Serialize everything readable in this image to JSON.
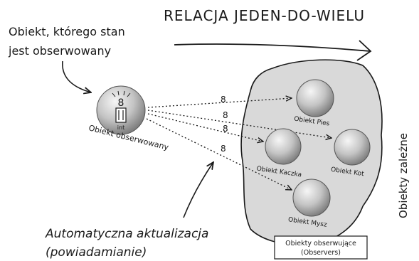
{
  "title": "RELACJA JEDEN-DO-WIELU",
  "subject_caption_line1": "Obiekt, którego stan",
  "subject_caption_line2": "jest obserwowany",
  "subject": {
    "label": "Obiekt obserwowany",
    "value": "8",
    "type_label": "int"
  },
  "observers": [
    {
      "label": "Obiekt Pies"
    },
    {
      "label": "Obiekt Kot"
    },
    {
      "label": "Obiekt Kaczka"
    },
    {
      "label": "Obiekt Mysz"
    }
  ],
  "update_values": [
    "8",
    "8",
    "8",
    "8"
  ],
  "observers_box_line1": "Obiekty obserwujące",
  "observers_box_line2": "(Observers)",
  "dependents_label": "Obiekty zależne",
  "update_caption_line1": "Automatyczna aktualizacja",
  "update_caption_line2": "(powiadamianie)",
  "colors": {
    "ink": "#1a1a1a",
    "blob_fill": "#d9d9d9",
    "sphere_light": "#f2f2f2",
    "sphere_dark": "#8f8f8f"
  }
}
